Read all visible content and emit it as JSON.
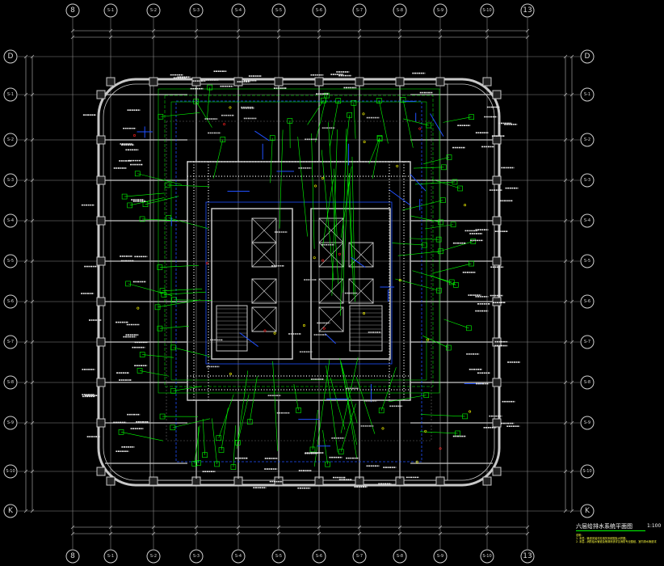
{
  "grid": {
    "columns_top": [
      "8",
      "S-1",
      "S-2",
      "S-3",
      "S-4",
      "S-5",
      "S-6",
      "S-7",
      "S-8",
      "S-9",
      "S-10",
      "13"
    ],
    "columns_bottom": [
      "8",
      "S-1",
      "S-2",
      "S-3",
      "S-4",
      "S-5",
      "S-6",
      "S-7",
      "S-8",
      "S-9",
      "S-10",
      "13"
    ],
    "rows_left": [
      "D",
      "S-1",
      "S-2",
      "S-3",
      "S-4",
      "S-5",
      "S-6",
      "S-7",
      "S-8",
      "S-9",
      "S-10",
      "K"
    ],
    "rows_right": [
      "D",
      "S-1",
      "S-2",
      "S-3",
      "S-4",
      "S-5",
      "S-6",
      "S-7",
      "S-8",
      "S-9",
      "S-10",
      "K"
    ]
  },
  "title_block": {
    "title": "六层给排水系统平面图",
    "scale": "1:100",
    "notes": [
      "说明：",
      "1. 本层...管道安装详见相关系统图及大样图。",
      "2. 本层...消防给水管道及喷淋系统详见消防专业图纸，室内排水管道详见..."
    ]
  },
  "colors": {
    "background": "#000000",
    "walls": "#c8c8c8",
    "grid": "#8a8a8a",
    "pipes_green": "#00ff00",
    "pipes_blue": "#2050ff",
    "yellow": "#ffff00",
    "red": "#ff2020",
    "cyan": "#00e0ff"
  }
}
